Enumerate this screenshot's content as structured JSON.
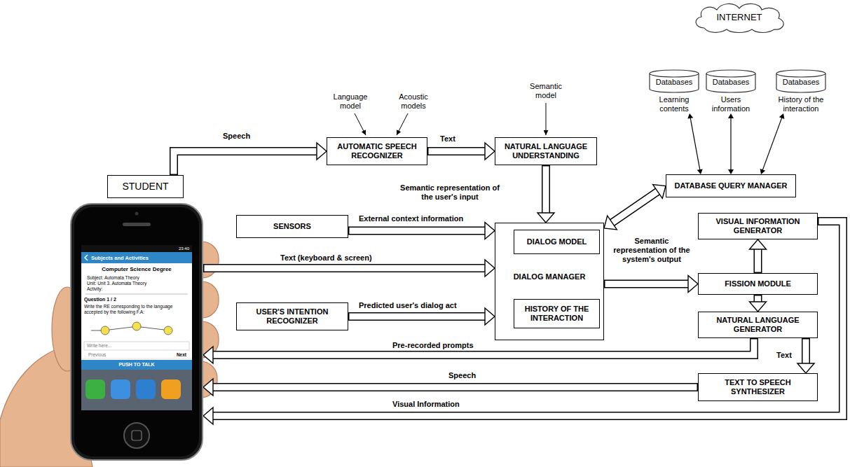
{
  "diagram": {
    "nodes": [
      {
        "text": [
          "INTERNET"
        ]
      },
      {
        "text": [
          "Databases",
          "Learning contents"
        ]
      },
      {
        "text": [
          "Databases",
          "Users information"
        ]
      },
      {
        "text": [
          "Databases",
          "History of the interaction"
        ]
      },
      {
        "text": [
          "AUTOMATIC SPEECH RECOGNIZER"
        ]
      },
      {
        "text": [
          "NATURAL LANGUAGE UNDERSTANDING"
        ]
      },
      {
        "text": [
          "DATABASE QUERY MANAGER"
        ]
      },
      {
        "text": [
          "STUDENT"
        ]
      },
      {
        "text": [
          "23:40",
          "Subjects and Activities",
          "Computer Science Degree",
          "Subject: Automata Theory",
          "Unit: Unit 3. Automata Theory",
          "Activity:",
          "Question 1 / 2",
          "Write the RE corresponding to the language accepted by the following F.A:",
          "Write here...",
          "Previous",
          "Next",
          "PUSH TO TALK"
        ]
      },
      {
        "text": [
          "SENSORS"
        ]
      },
      {
        "text": [
          "DIALOG MANAGER"
        ]
      },
      {
        "text": [
          "DIALOG MODEL"
        ],
        "in": 10
      },
      {
        "text": [
          "HISTORY OF THE INTERACTION"
        ],
        "in": 10
      },
      {
        "text": [
          "VISUAL INFORMATION GENERATOR"
        ]
      },
      {
        "text": [
          "FISSION MODULE"
        ]
      },
      {
        "text": [
          "USER'S INTENTION RECOGNIZER"
        ]
      },
      {
        "text": [
          "NATURAL LANGUAGE GENERATOR"
        ]
      },
      {
        "text": [
          "TEXT TO SPEECH SYNTHESIZER"
        ]
      }
    ],
    "edges": [
      {
        "from": 7,
        "to": 4,
        "arrow": "to",
        "label": "Speech"
      },
      {
        "from": 4,
        "to": 5,
        "arrow": "to",
        "label": "Text"
      },
      {
        "from": 5,
        "to": 10,
        "arrow": "to",
        "label": "Semantic representation of the user's input"
      },
      {
        "from": 9,
        "to": 10,
        "arrow": "to",
        "label": "External context information"
      },
      {
        "from": 8,
        "to": 10,
        "arrow": "to",
        "label": "Text (keyboard & screen)"
      },
      {
        "from": 15,
        "to": 10,
        "arrow": "to",
        "label": "Predicted user's dialog act"
      },
      {
        "from": 10,
        "to": 6,
        "arrow": "both"
      },
      {
        "from": 1,
        "to": 6,
        "arrow": "both"
      },
      {
        "from": 2,
        "to": 6,
        "arrow": "both"
      },
      {
        "from": 3,
        "to": 6,
        "arrow": "both"
      },
      {
        "from": 10,
        "to": 14,
        "arrow": "to",
        "label": "Semantic representation of the system's output"
      },
      {
        "from": 14,
        "to": 13,
        "arrow": "to"
      },
      {
        "from": 14,
        "to": 16,
        "arrow": "to"
      },
      {
        "from": 16,
        "to": 17,
        "arrow": "to",
        "label": "Text"
      },
      {
        "from": 16,
        "to": 8,
        "arrow": "to",
        "label": "Pre-recorded prompts"
      },
      {
        "from": 17,
        "to": 8,
        "arrow": "to",
        "label": "Speech"
      },
      {
        "from": 13,
        "to": 8,
        "arrow": "to",
        "label": "Visual Information"
      }
    ],
    "labels": [
      "Language model",
      "Acoustic models",
      "Semantic model"
    ]
  }
}
